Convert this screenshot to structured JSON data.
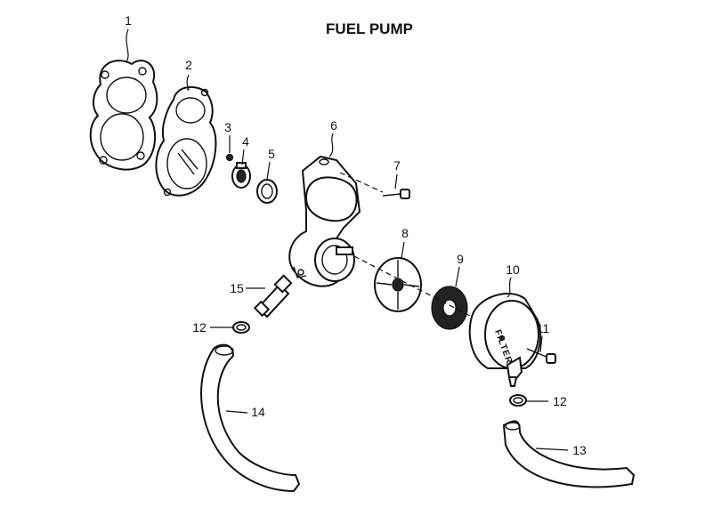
{
  "title": "FUEL PUMP",
  "filter_marking": "FILTER",
  "callouts": [
    "1",
    "2",
    "3",
    "4",
    "5",
    "6",
    "7",
    "8",
    "9",
    "10",
    "11",
    "12",
    "12",
    "13",
    "14",
    "15"
  ]
}
